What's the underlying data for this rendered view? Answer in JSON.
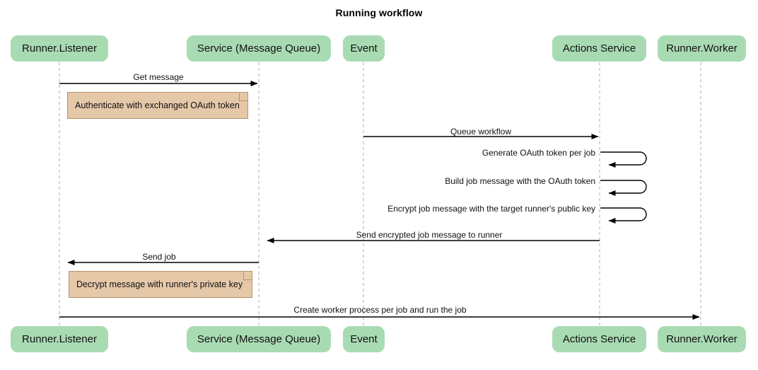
{
  "title": "Running workflow",
  "colors": {
    "participant_fill": "#a9dbb3",
    "note_fill": "#e5c8a8",
    "note_border": "#b5936b",
    "line": "#000000",
    "lifeline": "#bbbbbb",
    "background": "#ffffff"
  },
  "participants": [
    {
      "id": "runner-listener",
      "label": "Runner.Listener"
    },
    {
      "id": "service-message-queue",
      "label": "Service (Message Queue)"
    },
    {
      "id": "event",
      "label": "Event"
    },
    {
      "id": "actions-service",
      "label": "Actions Service"
    },
    {
      "id": "runner-worker",
      "label": "Runner.Worker"
    }
  ],
  "messages": [
    {
      "id": "get-message",
      "label": "Get message",
      "from": "runner-listener",
      "to": "service-message-queue",
      "kind": "arrow",
      "direction": "right"
    },
    {
      "id": "queue-workflow",
      "label": "Queue workflow",
      "from": "event",
      "to": "actions-service",
      "kind": "arrow",
      "direction": "right"
    },
    {
      "id": "generate-oauth-token-per-job",
      "label": "Generate OAuth token per job",
      "from": "actions-service",
      "to": "actions-service",
      "kind": "self-loop",
      "direction": "left"
    },
    {
      "id": "build-job-message-with-the-oauth-token",
      "label": "Build job message with the OAuth token",
      "from": "actions-service",
      "to": "actions-service",
      "kind": "self-loop",
      "direction": "left"
    },
    {
      "id": "encrypt-job-message-with-the-target-runners-public-key",
      "label": "Encrypt job message with the target runner's public key",
      "from": "actions-service",
      "to": "actions-service",
      "kind": "self-loop",
      "direction": "left"
    },
    {
      "id": "send-encrypted-job-message-to-runner",
      "label": "Send encrypted job message to runner",
      "from": "actions-service",
      "to": "service-message-queue",
      "kind": "arrow",
      "direction": "left"
    },
    {
      "id": "send-job",
      "label": "Send job",
      "from": "service-message-queue",
      "to": "runner-listener",
      "kind": "arrow",
      "direction": "left"
    },
    {
      "id": "create-worker-process-per-job-and-run-the-job",
      "label": "Create worker process per job and run the job",
      "from": "runner-listener",
      "to": "runner-worker",
      "kind": "arrow",
      "direction": "right"
    }
  ],
  "notes": [
    {
      "id": "note-authenticate",
      "label": "Authenticate with exchanged OAuth token",
      "over": "runner-listener"
    },
    {
      "id": "note-decrypt",
      "label": "Decrypt message with runner's private key",
      "over": "runner-listener"
    }
  ]
}
